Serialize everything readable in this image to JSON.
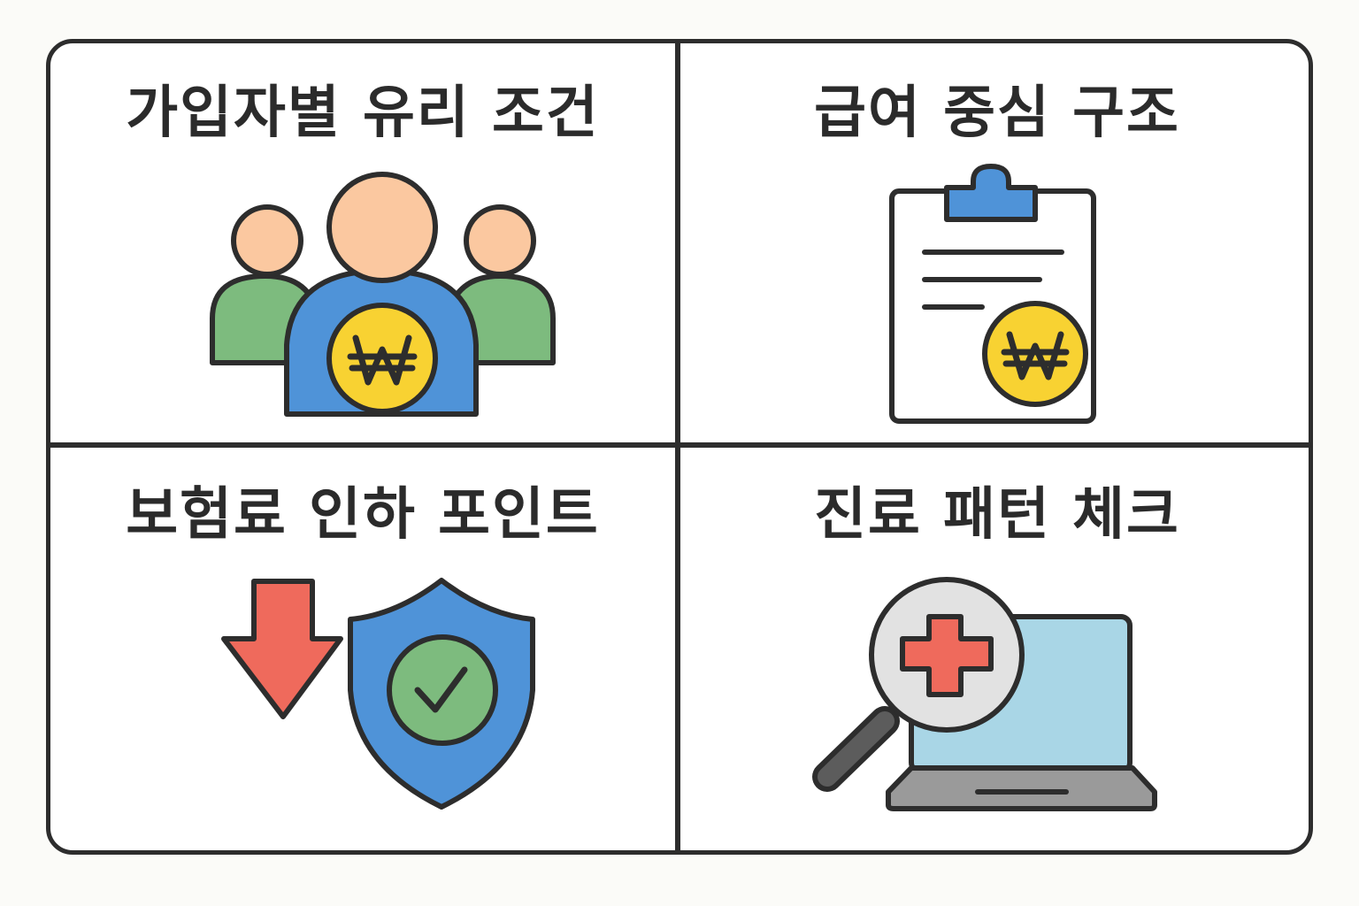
{
  "cells": [
    {
      "title": "가입자별 유리 조건",
      "icon": "people-won-icon"
    },
    {
      "title": "급여 중심 구조",
      "icon": "clipboard-won-icon"
    },
    {
      "title": "보험료 인하 포인트",
      "icon": "down-arrow-shield-check-icon"
    },
    {
      "title": "진료 패턴 체크",
      "icon": "magnifier-medical-laptop-icon"
    }
  ],
  "colors": {
    "outline": "#2d2d2d",
    "green": "#7dbb7e",
    "blue": "#4f93d8",
    "skin": "#fbc8a0",
    "gold": "#f8d232",
    "red": "#ef6a5c",
    "screen": "#a9d6e6",
    "gray": "#9a9a9a"
  }
}
